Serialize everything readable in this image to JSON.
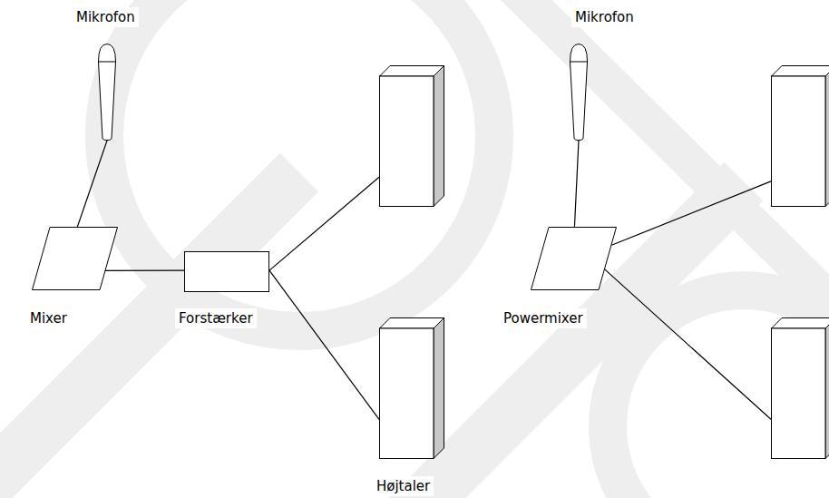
{
  "diagram": {
    "nodes": [
      {
        "text": [
          "Mikrofon"
        ]
      },
      {
        "text": [
          "Mikrofon"
        ]
      },
      {
        "text": []
      },
      {
        "text": []
      },
      {
        "text": [
          "Mixer"
        ]
      },
      {
        "text": [
          "Forstærker"
        ]
      },
      {
        "text": [
          "Powermixer"
        ]
      },
      {
        "text": [
          "Højtaler"
        ]
      },
      {
        "text": []
      }
    ],
    "edges": [
      {
        "from": 0,
        "to": 4,
        "arrow": "none"
      },
      {
        "from": 4,
        "to": 5,
        "arrow": "none"
      },
      {
        "from": 5,
        "to": 2,
        "arrow": "none"
      },
      {
        "from": 5,
        "to": 7,
        "arrow": "none"
      },
      {
        "from": 1,
        "to": 6,
        "arrow": "none"
      },
      {
        "from": 6,
        "to": 3,
        "arrow": "none"
      },
      {
        "from": 6,
        "to": 8,
        "arrow": "none"
      }
    ]
  }
}
